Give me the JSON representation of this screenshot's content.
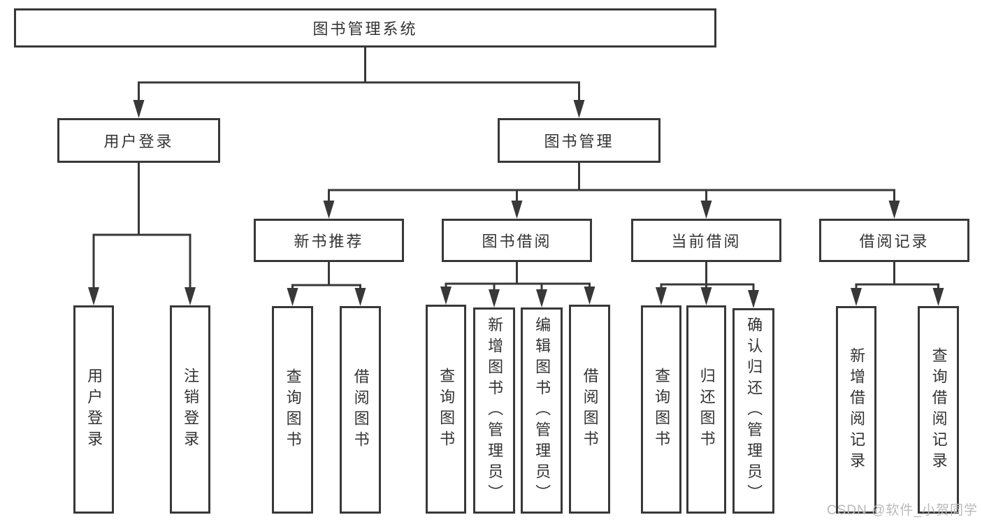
{
  "nodes": {
    "root": "图书管理系统",
    "user_login": "用户登录",
    "book_mgmt": "图书管理",
    "new_book_rec": "新书推荐",
    "book_borrow": "图书借阅",
    "current_borrow": "当前借阅",
    "borrow_records": "借阅记录",
    "ul_user_login": "用户登录",
    "ul_logout": "注销登录",
    "nbr_query_books": "查询图书",
    "nbr_borrow_books": "借阅图书",
    "bb_query_books": "查询图书",
    "bb_add_books": "新增图书（管理员）",
    "bb_edit_books": "编辑图书（管理员）",
    "bb_borrow_books": "借阅图书",
    "cb_query_books": "查询图书",
    "cb_return_books": "归还图书",
    "cb_confirm_return": "确认归还（管理员）",
    "br_add_record": "新增借阅记录",
    "br_query_record": "查询借阅记录"
  },
  "watermark": {
    "text": "CSDN @软件_小贺同学",
    "color": "#b9b9b9"
  },
  "colors": {
    "line": "#383838",
    "box_border": "#383838",
    "text": "#333333",
    "background": "#ffffff"
  }
}
